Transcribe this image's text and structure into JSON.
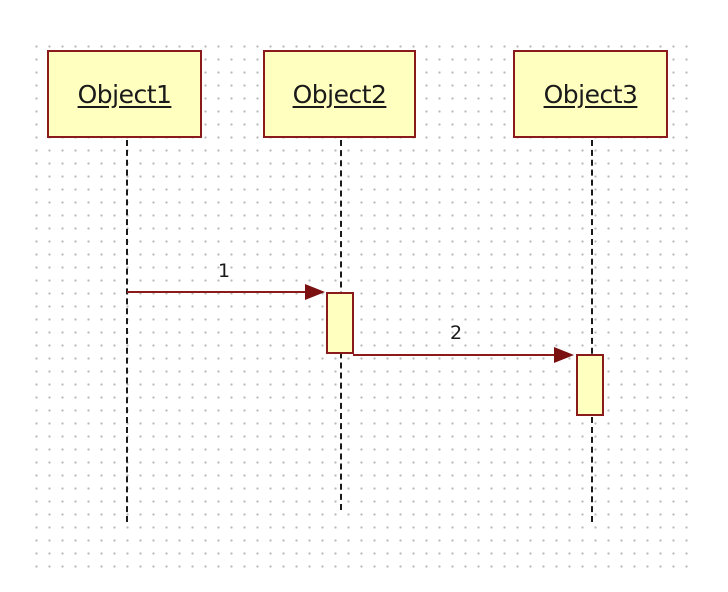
{
  "diagram": {
    "type": "sequence",
    "objects": [
      {
        "id": "object1",
        "label": "Object1"
      },
      {
        "id": "object2",
        "label": "Object2"
      },
      {
        "id": "object3",
        "label": "Object3"
      }
    ],
    "messages": [
      {
        "label": "1",
        "from": "Object1",
        "to": "Object2"
      },
      {
        "label": "2",
        "from": "Object2",
        "to": "Object3"
      }
    ],
    "colors": {
      "box_fill": "#ffffc0",
      "box_border": "#8b1a1a",
      "arrow": "#8b1a1a",
      "lifeline": "#1a1a1a",
      "grid_dot": "#b8b8b8"
    }
  }
}
